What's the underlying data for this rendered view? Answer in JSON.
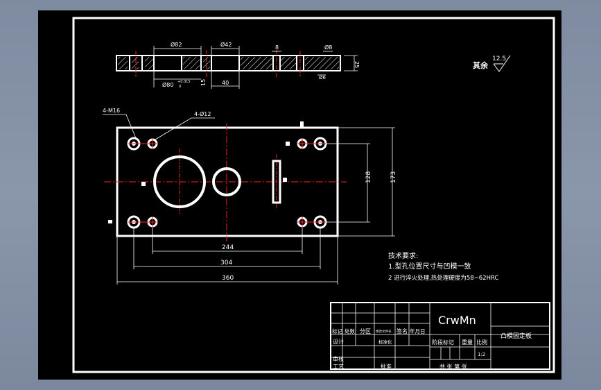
{
  "colors": {
    "background": "#000000",
    "line": "#ffffff",
    "centerline": "#ff2020",
    "hatch": "#ffffff",
    "chrome": "#8591a5"
  },
  "roughness": {
    "label": "其余",
    "value": "12.5"
  },
  "side_view": {
    "dims": {
      "d82": "Ø82",
      "d42": "Ø42",
      "d8": "8",
      "d8b": "Ø8",
      "d80": "Ø80",
      "d80_tol": "+0.015",
      "d80_tol2": "0",
      "d15": "15",
      "d40": "40",
      "d25": "25",
      "d6": "Ø6"
    }
  },
  "top_view": {
    "labels": {
      "m16": "4-M16",
      "phi12": "4-Ø12"
    },
    "dims": {
      "d244": "244",
      "d304": "304",
      "d360": "360",
      "d128": "128",
      "d173": "173"
    }
  },
  "notes": {
    "title": "技术要求:",
    "line1": "1.型孔位置尺寸与凹模一致",
    "line2": "2 进行淬火处理,热处理硬度为58~62HRC"
  },
  "title_block": {
    "material": "CrwMn",
    "part_name": "凸模固定板",
    "h_mark": "标记",
    "h_count": "处数",
    "h_zone": "分区",
    "h_doc": "更改文件号",
    "h_sign": "签名",
    "h_date": "年月日",
    "h_design": "设计",
    "h_standard": "标准化",
    "h_stage": "阶段标记",
    "h_weight": "重量",
    "h_scale": "比例",
    "scale": "1:2",
    "h_check": "审核",
    "h_process": "工艺",
    "h_approve": "批准",
    "h_sheets": "共 张 第 张"
  }
}
